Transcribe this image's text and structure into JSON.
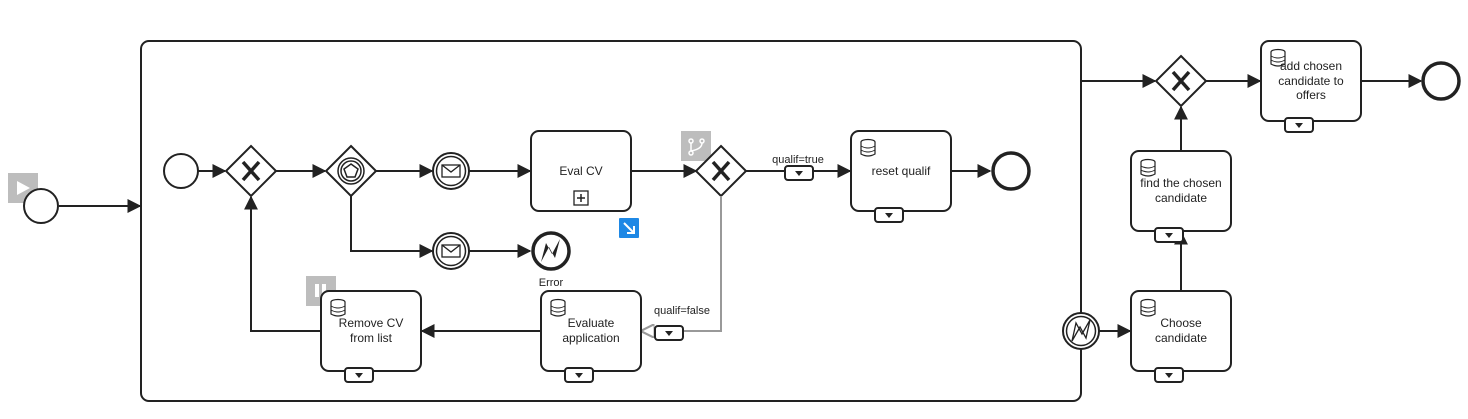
{
  "tasks": {
    "eval_cv": "Eval CV",
    "reset_qualif": "reset qualif",
    "remove_cv_l1": "Remove CV",
    "remove_cv_l2": "from list",
    "evaluate_app_l1": "Evaluate",
    "evaluate_app_l2": "application",
    "add_chosen_l1": "add chosen",
    "add_chosen_l2": "candidate to",
    "add_chosen_l3": "offers",
    "find_chosen_l1": "find the chosen",
    "find_chosen_l2": "candidate",
    "choose_l1": "Choose",
    "choose_l2": "candidate"
  },
  "events": {
    "error_label": "Error"
  },
  "flows": {
    "qualif_true": "qualif=true",
    "qualif_false": "qualif=false"
  },
  "colors": {
    "stroke": "#222222",
    "grey_flow": "#999999",
    "accent_blue": "#1e88e5",
    "overlay_grey": "#bdbdbd"
  }
}
